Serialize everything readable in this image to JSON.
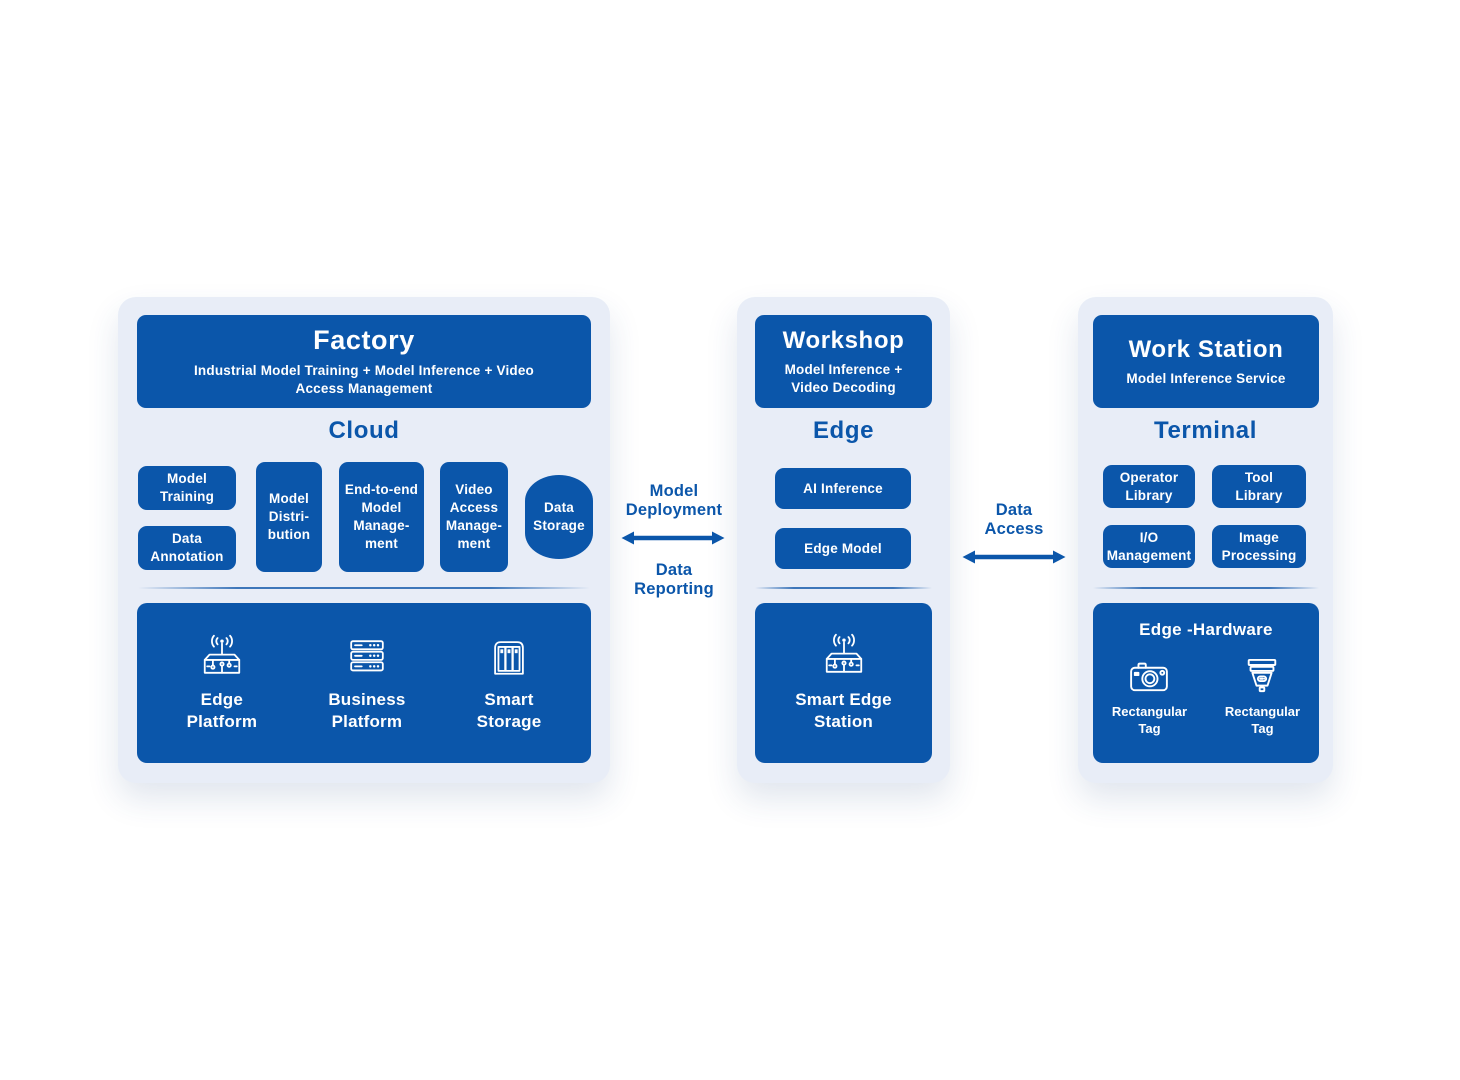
{
  "colors": {
    "primary_blue": "#0b56aa",
    "panel_bg": "#e8edf7",
    "text_on_blue": "#ffffff"
  },
  "factory": {
    "header_title": "Factory",
    "header_subtitle": "Industrial Model Training + Model Inference + Video Access Management",
    "section_title": "Cloud",
    "boxes": [
      {
        "label": "Model\nTraining"
      },
      {
        "label": "Data\nAnnotation"
      },
      {
        "label": "Model\nDistri-\nbution"
      },
      {
        "label": "End-to-end\nModel\nManage-\nment"
      },
      {
        "label": "Video\nAccess\nManage-\nment"
      },
      {
        "label": "Data\nStorage"
      }
    ],
    "platform_items": [
      {
        "icon": "edge-platform-icon",
        "label": "Edge\nPlatform"
      },
      {
        "icon": "business-platform-icon",
        "label": "Business\nPlatform"
      },
      {
        "icon": "smart-storage-icon",
        "label": "Smart\nStorage"
      }
    ]
  },
  "workshop": {
    "header_title": "Workshop",
    "header_subtitle": "Model Inference + Video Decoding",
    "section_title": "Edge",
    "boxes": [
      {
        "label": "AI Inference"
      },
      {
        "label": "Edge Model"
      }
    ],
    "station": {
      "icon": "smart-edge-station-icon",
      "label": "Smart Edge\nStation"
    }
  },
  "workstation": {
    "header_title": "Work Station",
    "header_subtitle": "Model Inference Service",
    "section_title": "Terminal",
    "boxes": [
      {
        "label": "Operator\nLibrary"
      },
      {
        "label": "Tool\nLibrary"
      },
      {
        "label": "I/O\nManagement"
      },
      {
        "label": "Image\nProcessing"
      }
    ],
    "hardware": {
      "title": "Edge -Hardware",
      "items": [
        {
          "icon": "camera-icon",
          "label": "Rectangular\nTag"
        },
        {
          "icon": "code-reader-icon",
          "label": "Rectangular\nTag"
        }
      ]
    }
  },
  "connectors": {
    "model_deployment": "Model\nDeployment",
    "data_reporting": "Data\nReporting",
    "data_access": "Data\nAccess"
  }
}
